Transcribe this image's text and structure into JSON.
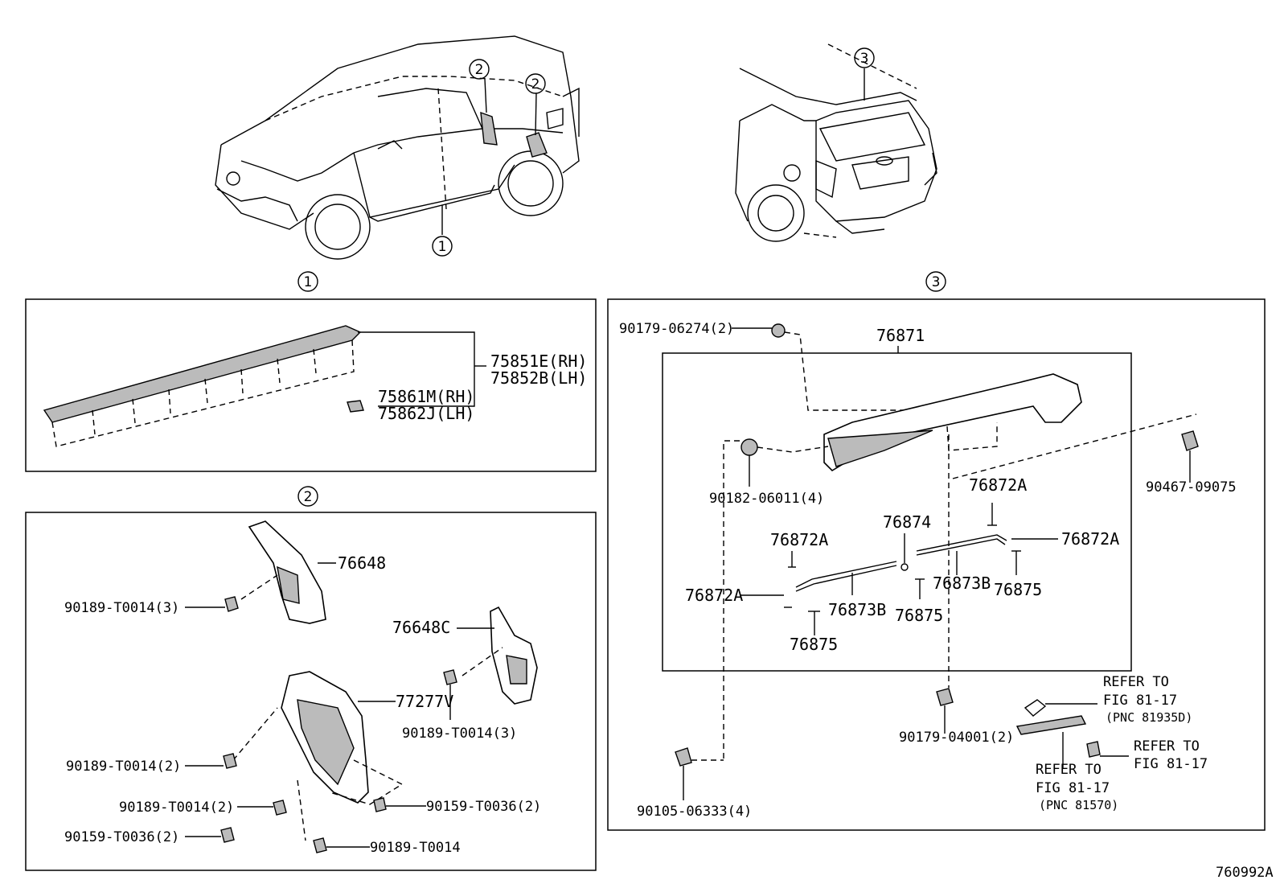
{
  "callouts": [
    "1",
    "2",
    "3"
  ],
  "panel1": {
    "parts": [
      {
        "id": "p1a",
        "text": "75851E(RH)"
      },
      {
        "id": "p1b",
        "text": "75852B(LH)"
      },
      {
        "id": "p1c",
        "text": "75861M(RH)"
      },
      {
        "id": "p1d",
        "text": "75862J(LH)"
      }
    ]
  },
  "panel2": {
    "parts": [
      {
        "id": "p2a",
        "text": "76648"
      },
      {
        "id": "p2b",
        "text": "90189-T0014(3)"
      },
      {
        "id": "p2c",
        "text": "76648C"
      },
      {
        "id": "p2d",
        "text": "77277V"
      },
      {
        "id": "p2e",
        "text": "90189-T0014(3)"
      },
      {
        "id": "p2f",
        "text": "90189-T0014(2)"
      },
      {
        "id": "p2g",
        "text": "90189-T0014(2)"
      },
      {
        "id": "p2h",
        "text": "90159-T0036(2)"
      },
      {
        "id": "p2i",
        "text": "90159-T0036(2)"
      },
      {
        "id": "p2j",
        "text": "90189-T0014"
      }
    ]
  },
  "panel3": {
    "parts": [
      {
        "id": "p3a",
        "text": "90179-06274(2)"
      },
      {
        "id": "p3b",
        "text": "76871"
      },
      {
        "id": "p3c",
        "text": "90182-06011(4)"
      },
      {
        "id": "p3d",
        "text": "90467-09075"
      },
      {
        "id": "p3e",
        "text": "76872A"
      },
      {
        "id": "p3f",
        "text": "76874"
      },
      {
        "id": "p3g",
        "text": "76872A"
      },
      {
        "id": "p3h",
        "text": "76872A"
      },
      {
        "id": "p3i",
        "text": "76873B"
      },
      {
        "id": "p3j",
        "text": "76875"
      },
      {
        "id": "p3k",
        "text": "76872A"
      },
      {
        "id": "p3l",
        "text": "76873B"
      },
      {
        "id": "p3m",
        "text": "76875"
      },
      {
        "id": "p3n",
        "text": "76875"
      },
      {
        "id": "p3o",
        "text": "90179-04001(2)"
      },
      {
        "id": "p3p",
        "text": "90105-06333(4)"
      }
    ],
    "refs": [
      {
        "line1": "REFER TO",
        "line2": "FIG 81-17",
        "line3": "(PNC 81935D)"
      },
      {
        "line1": "REFER TO",
        "line2": "FIG 81-17"
      },
      {
        "line1": "REFER TO",
        "line2": "FIG 81-17",
        "line3": "(PNC 81570)"
      }
    ]
  },
  "figure_code": "760992A"
}
